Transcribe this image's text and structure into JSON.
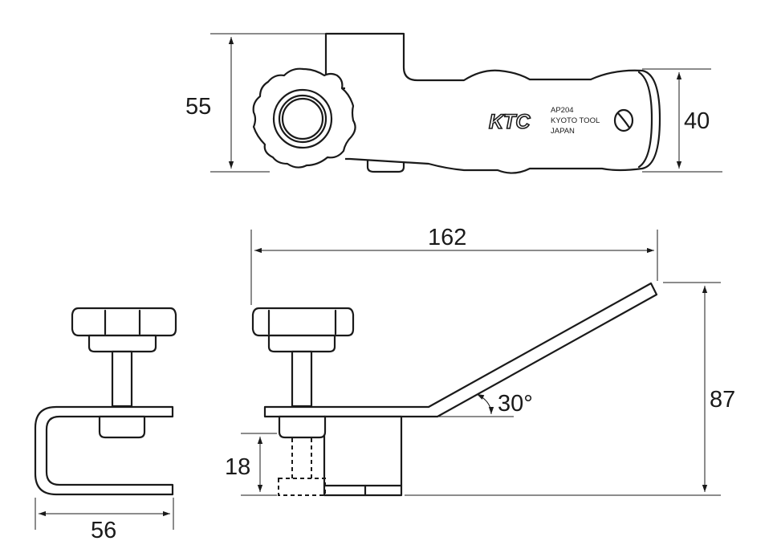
{
  "dimensions": {
    "top_height": "55",
    "end_height": "40",
    "overall_length": "162",
    "overall_height": "87",
    "angle": "30°",
    "clamp_depth": "18",
    "clamp_width": "56"
  },
  "marking": {
    "brand": "KTC",
    "model": "AP204",
    "maker": "KYOTO TOOL",
    "country": "JAPAN"
  }
}
